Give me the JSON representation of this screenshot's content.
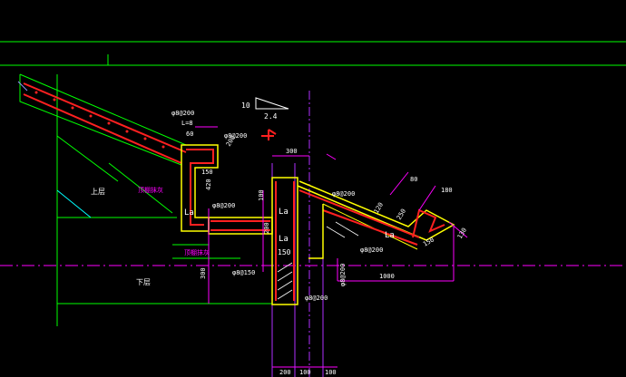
{
  "drawing": {
    "background": "#000000",
    "colors": {
      "green": "#00ff00",
      "yellow": "#ffff00",
      "red": "#ff2020",
      "magenta": "#ff00ff",
      "purple": "#b030ff",
      "cyan": "#00ffff",
      "white": "#ffffff",
      "blue_gray": "#9090ff"
    }
  },
  "labels": {
    "slope_run": "10",
    "slope_rise": "2.4",
    "level_upper": "上层",
    "level_lower": "下层",
    "cap_note_1": "顶棚抹灰",
    "cap_note_2": "顶棚抹灰",
    "rebar_top_left": "φ8@200",
    "rebar_top_left_b": "L=8",
    "rebar_gutter": "φ8@200",
    "rebar_beam_a": "φ8@200",
    "rebar_beam_b": "φ8@150",
    "rebar_wall": "φ8@200",
    "rebar_right_top": "φ8@200",
    "rebar_right_bot": "φ8@200",
    "rebar_vert": "φ8@200",
    "lap_1": "La",
    "lap_2": "La",
    "lap_3": "La",
    "lap_4": "La",
    "dim_300_top": "300",
    "dim_100": "100",
    "dim_150": "150",
    "dim_150b": "150",
    "dim_60": "60",
    "dim_420": "420",
    "dim_200_a": "200",
    "dim_300_v": "300",
    "dim_200_b": "200",
    "dim_100_b": "100",
    "dim_100_c": "100",
    "dim_1000": "1000",
    "dim_130": "130",
    "dim_120": "120",
    "dim_80": "80",
    "dim_180": "180",
    "dim_250": "250",
    "dim_200_c": "200",
    "dim_150c": "150"
  }
}
